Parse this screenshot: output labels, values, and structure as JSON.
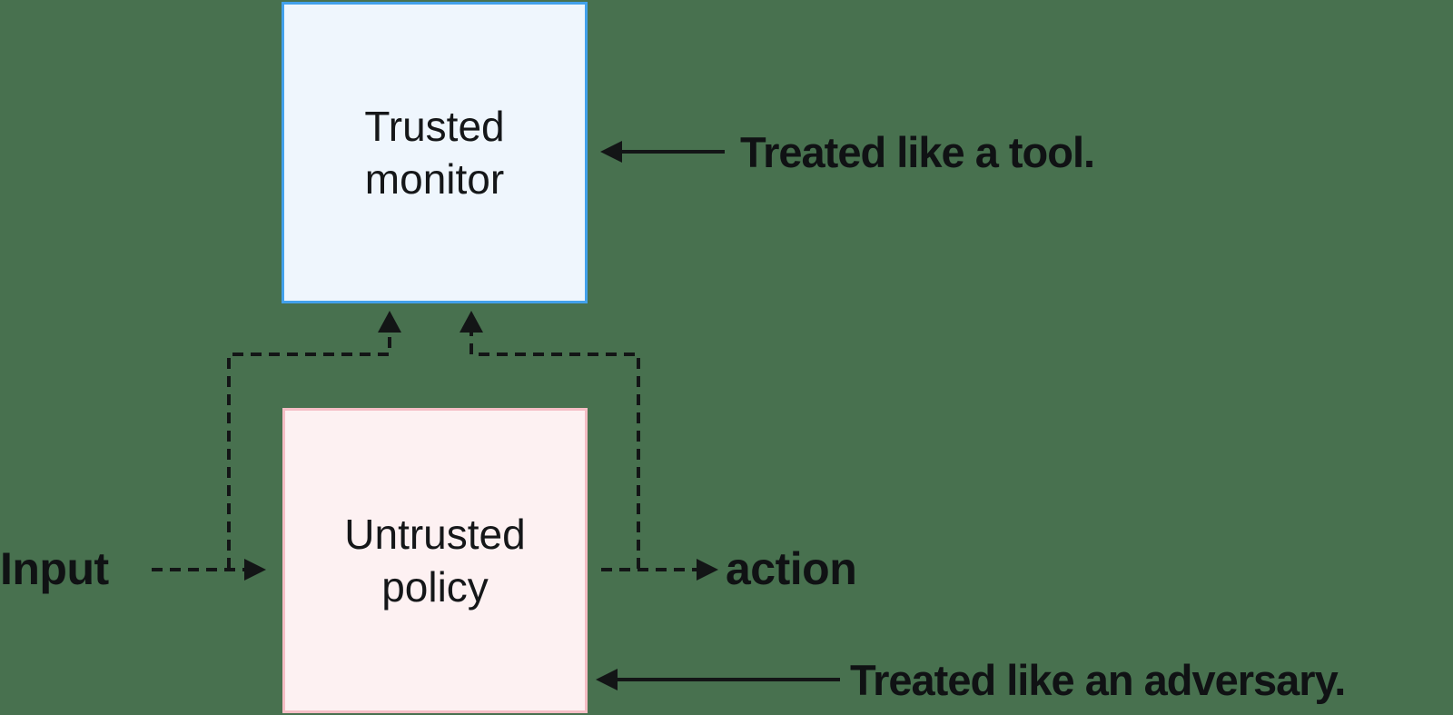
{
  "diagram": {
    "trusted_box": {
      "label": "Trusted\nmonitor"
    },
    "untrusted_box": {
      "label": "Untrusted\npolicy"
    },
    "input_label": "Input",
    "action_label": "action",
    "tool_note": "Treated like a tool.",
    "adversary_note": "Treated like an adversary."
  },
  "colors": {
    "background": "#48714F",
    "trusted_box_fill": "#EFF6FD",
    "trusted_box_border": "#43A1EB",
    "untrusted_box_fill": "#FDF1F2",
    "untrusted_box_border": "#F5BEC5",
    "arrow_line": "#131516",
    "text": "#101214"
  }
}
